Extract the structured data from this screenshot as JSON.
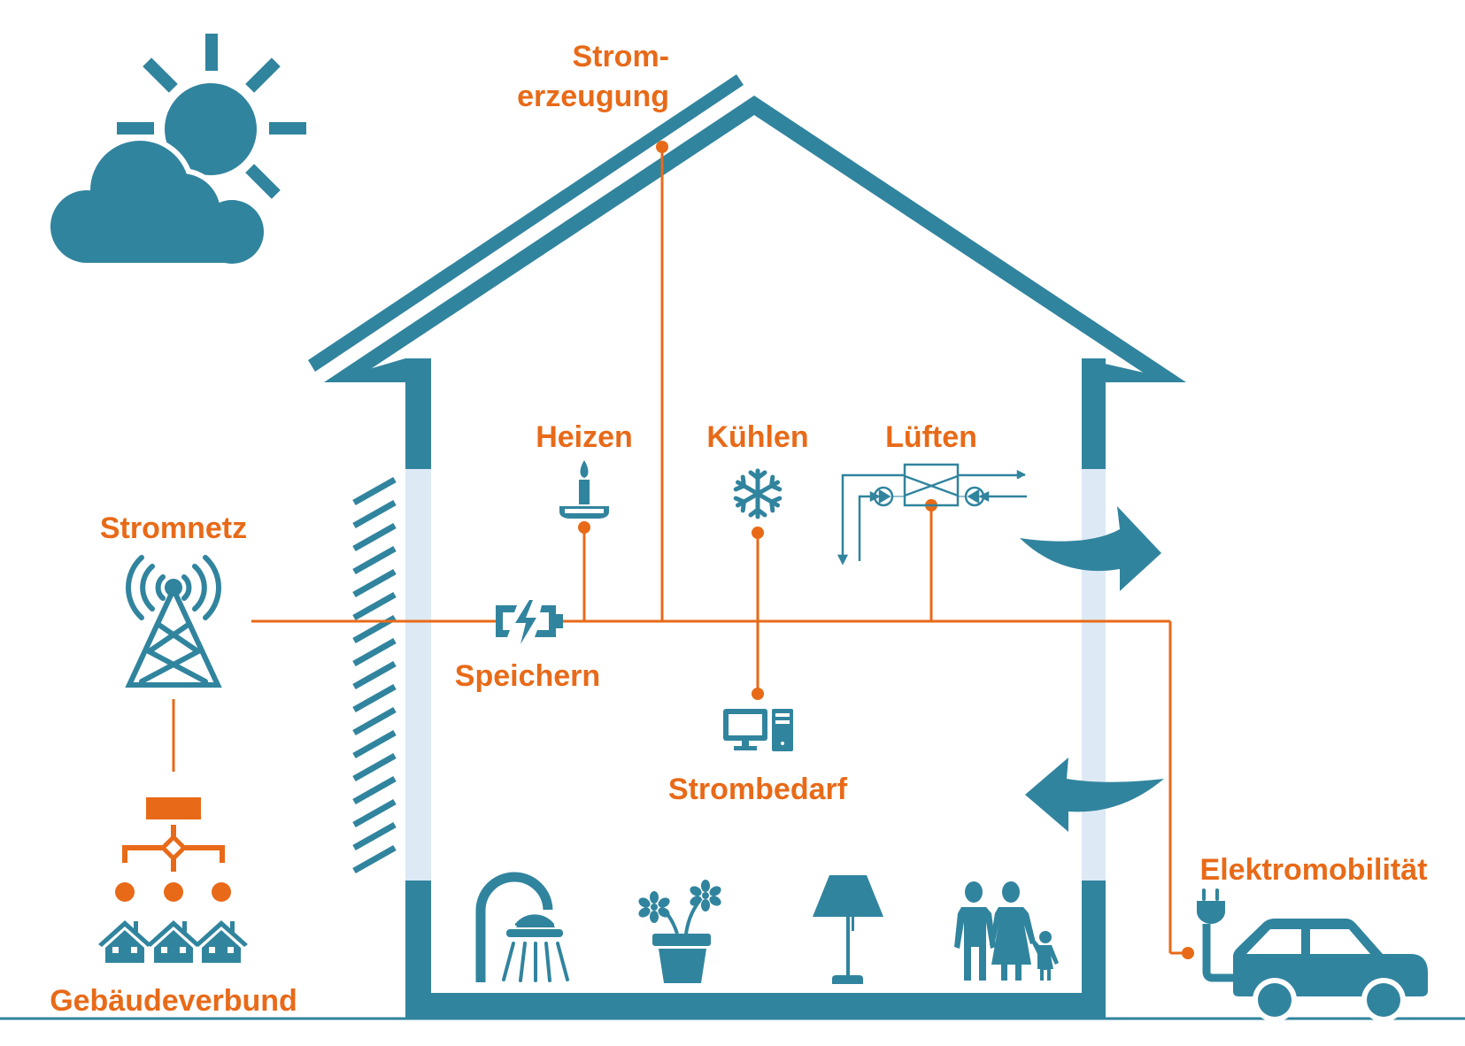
{
  "title": "Gebäude-Energiesystem",
  "colors": {
    "teal": "#31849e",
    "orange": "#e86a18",
    "glass": "#dde9f5",
    "background": "#ffffff"
  },
  "labels": {
    "generation_line1": "Strom-",
    "generation_line2": "erzeugung",
    "heating": "Heizen",
    "cooling": "Kühlen",
    "ventilation": "Lüften",
    "grid": "Stromnetz",
    "storage": "Speichern",
    "demand": "Strombedarf",
    "building_network": "Gebäudeverbund",
    "e_mobility": "Elektromobilität"
  },
  "icons": {
    "weather": "sun-behind-cloud-icon",
    "heating": "candle-icon",
    "cooling": "snowflake-icon",
    "ventilation": "heat-recovery-ventilation-icon",
    "grid": "transmission-tower-icon",
    "storage": "battery-charging-icon",
    "demand": "desktop-computer-icon",
    "network": "hierarchy-icon",
    "houses": "row-houses-icon",
    "e_mobility": "electric-car-plug-icon",
    "interior": [
      "shower-icon",
      "flower-pot-icon",
      "floor-lamp-icon",
      "family-icon"
    ],
    "airflow": [
      "air-out-arrow-icon",
      "air-in-arrow-icon"
    ],
    "facade": "shading-louvers-icon"
  }
}
